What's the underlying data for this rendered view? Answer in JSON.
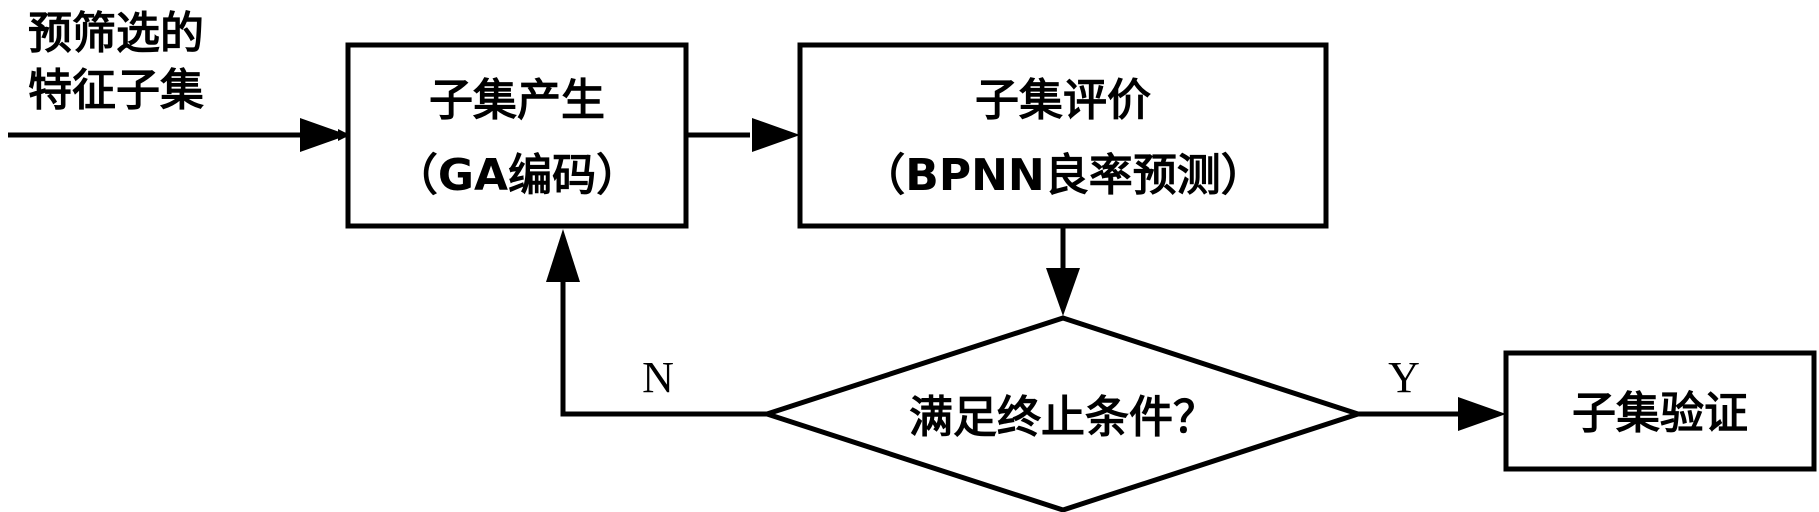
{
  "input_label": {
    "line1": "预筛选的",
    "line2": "特征子集"
  },
  "box_generate": {
    "line1": "子集产生",
    "line2": "（GA编码）"
  },
  "box_evaluate": {
    "line1": "子集评价",
    "line2": "（BPNN良率预测）"
  },
  "decision": {
    "label": "满足终止条件？"
  },
  "box_verify": {
    "label": "子集验证"
  },
  "edge_no": {
    "label": "N"
  },
  "edge_yes": {
    "label": "Y"
  }
}
